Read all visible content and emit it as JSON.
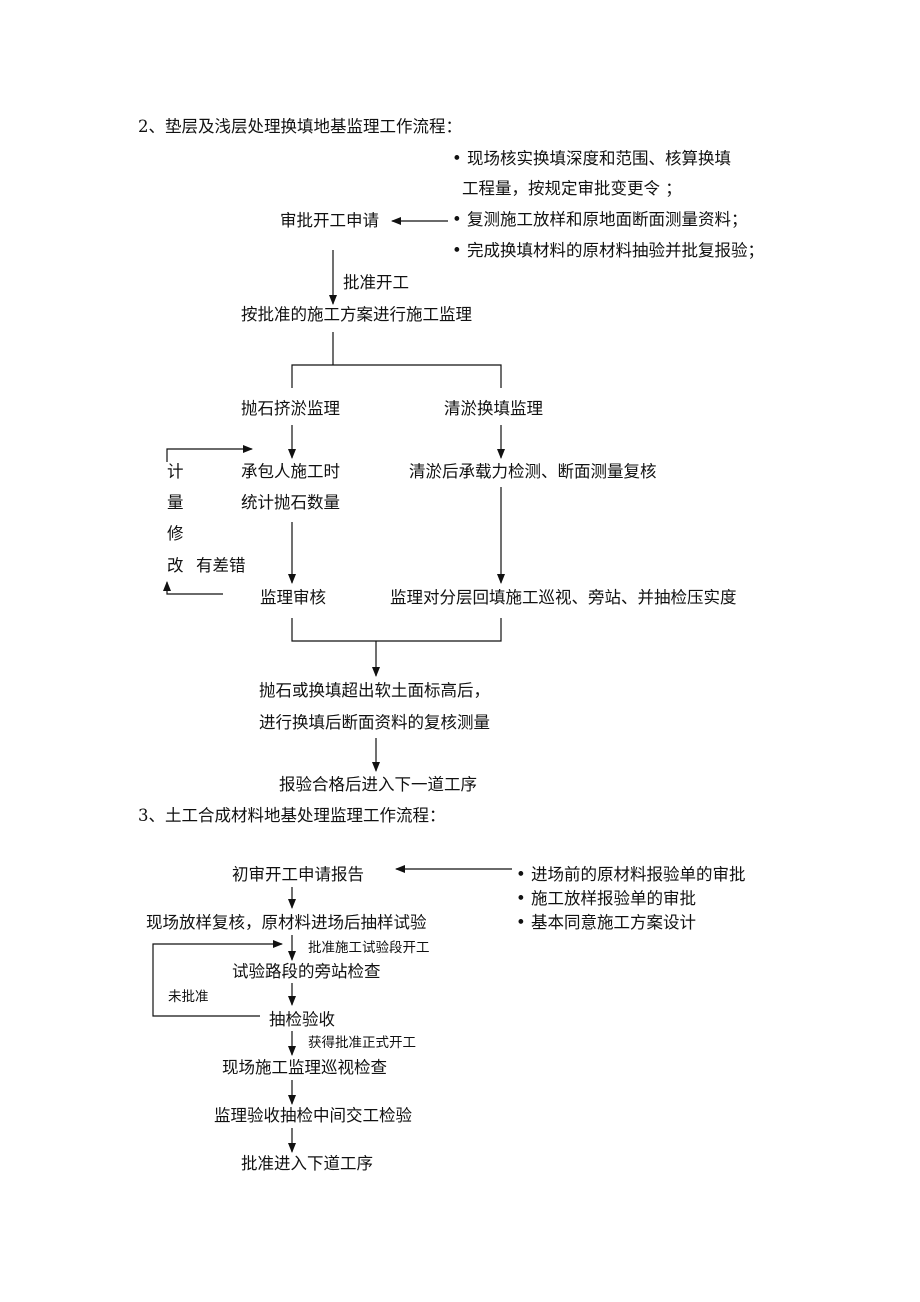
{
  "section2": {
    "heading": "2、垫层及浅层处理换填地基监理工作流程：",
    "notes": [
      "• 现场核实换填深度和范围、核算换填",
      "工程量，按规定审批变更令 ；",
      "• 复测施工放样和原地面断面测量资料；",
      "• 完成换填材料的原材料抽验并批复报验；"
    ],
    "approve_start_application": "审批开工申请",
    "approve_start_label": "批准开工",
    "supervise_by_plan": "按批准的施工方案进行施工监理",
    "branch_left": "抛石挤淤监理",
    "branch_right": "清淤换填监理",
    "contractor_stats": [
      "承包人施工时",
      "统计抛石数量"
    ],
    "calc_fix": [
      "计",
      "量",
      "修",
      "改"
    ],
    "has_error": "有差错",
    "supervisor_review": "监理审核",
    "after_dredge_check": "清淤后承载力检测、断面测量复核",
    "layer_backfill_check": "监理对分层回填施工巡视、旁站、并抽检压实度",
    "over_elevation": [
      "抛石或换填超出软土面标高后，",
      "进行换填后断面资料的复核测量"
    ],
    "next_process": "报验合格后进入下一道工序"
  },
  "section3": {
    "heading": "3、土工合成材料地基处理监理工作流程：",
    "initial_review": "初审开工申请报告",
    "notes": [
      "• 进场前的原材料报验单的审批",
      "• 施工放样报验单的审批",
      "• 基本同意施工方案设计"
    ],
    "layout_recheck": "现场放样复核，原材料进场后抽样试验",
    "approve_trial": "批准施工试验段开工",
    "trial_section": "试验路段的旁站检查",
    "not_approved": "未批准",
    "sampling_acceptance": "抽检验收",
    "formal_start": "获得批准正式开工",
    "site_patrol": "现场施工监理巡视检查",
    "intermediate_handover": "监理验收抽检中间交工检验",
    "approve_next": "批准进入下道工序"
  }
}
